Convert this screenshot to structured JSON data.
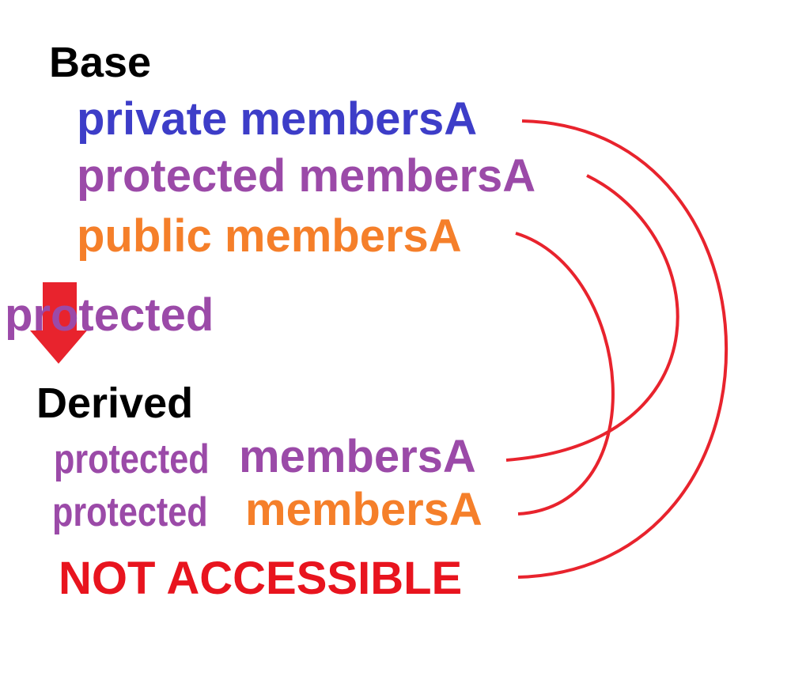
{
  "base": {
    "title": "Base",
    "private_label": "private membersA",
    "protected_label": "protected membersA",
    "public_label": "public membersA"
  },
  "inheritance": {
    "mode": "protected"
  },
  "derived": {
    "title": "Derived",
    "row1": {
      "access": "protected",
      "member": "membersA"
    },
    "row2": {
      "access": "protected",
      "member": "membersA"
    },
    "not_accessible": "NOT ACCESSIBLE"
  },
  "colors": {
    "private": "#3d3dc8",
    "protected": "#9b4aa8",
    "public": "#f57f2a",
    "connector": "#e8232d",
    "not_accessible": "#e8141e",
    "heading": "#000000"
  }
}
